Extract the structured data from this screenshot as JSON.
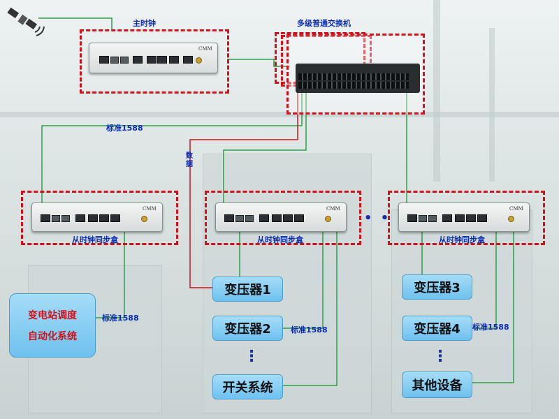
{
  "labels": {
    "master_clock": "主时钟",
    "switch": "多级普通交换机",
    "std1588_top": "标准1588",
    "data": "数据",
    "slave_left": "从时钟同步盒",
    "slave_mid": "从时钟同步盒",
    "slave_right": "从时钟同步盒",
    "std1588_left": "标准1588",
    "std1588_mid": "标准1588",
    "std1588_right": "标准1588",
    "hdots": "• • •"
  },
  "device": {
    "brand": "CMM"
  },
  "nodes": {
    "substation_line1": "变电站调度",
    "substation_line2": "自动化系统",
    "transformer1": "变压器1",
    "transformer2": "变压器2",
    "switch_system": "开关系统",
    "transformer3": "变压器3",
    "transformer4": "变压器4",
    "other_equipment": "其他设备",
    "vdots": "⋮"
  },
  "colors": {
    "dash": "#d0121b",
    "wire_green": "#2e9e4a",
    "wire_red": "#d0121b",
    "label": "#0b2db5"
  }
}
